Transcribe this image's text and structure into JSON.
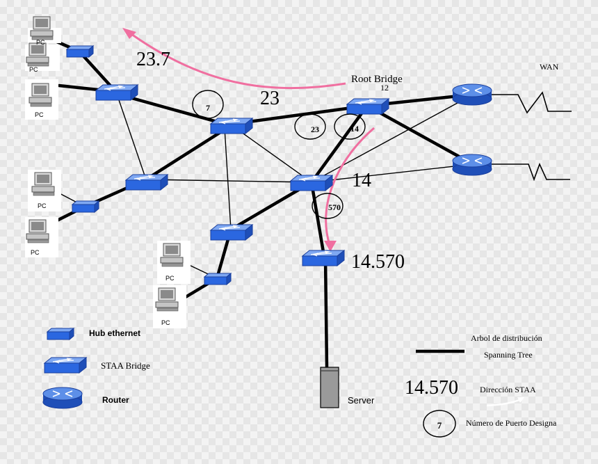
{
  "colors": {
    "device_blue": "#2b67e0",
    "device_blue_light": "#7fa8f2",
    "arrow_pink": "#f06fa0",
    "tree_black": "#000000",
    "server_gray": "#9a9a9a"
  },
  "labels": {
    "wan": "WAN",
    "root_bridge": "Root Bridge",
    "root_id": "12",
    "cost_23_7": "23.7",
    "cost_23": "23",
    "cost_14": "14",
    "cost_14_570": "14.570",
    "server": "Server",
    "pc": "PC"
  },
  "ports": {
    "p7": "7",
    "p23": "23",
    "p14": "14",
    "p570": "570"
  },
  "legend": {
    "hub": "Hub ethernet",
    "bridge": "STAA Bridge",
    "router": "Router",
    "tree_line1": "Arbol de distribución",
    "tree_line2": "Spanning Tree",
    "direction_value": "14.570",
    "direction_label": "Dirección STAA",
    "port_value": "7",
    "port_label": "Número de Puerto Designa"
  }
}
